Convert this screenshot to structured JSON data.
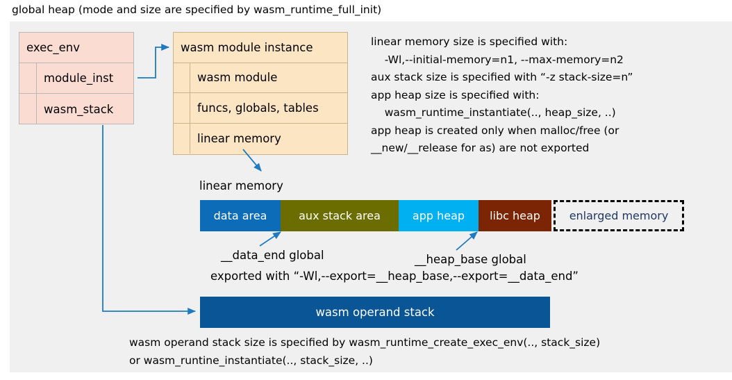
{
  "caption_top": "global heap (mode and size are specified by wasm_runtime_full_init)",
  "colors": {
    "panel_background": "#f0f0f0",
    "exec_env_fill": "#fadcd2",
    "exec_env_border": "#b8b8b8",
    "module_fill": "#fce5c3",
    "module_border": "#cdb189",
    "connector": "#1f7ac0",
    "data_area": "#0c6cb8",
    "aux_stack_area": "#6b6d00",
    "app_heap": "#00b0f0",
    "libc_heap": "#7b2504",
    "enlarged_memory_text": "#1f3864",
    "operand_stack": "#0a5596"
  },
  "exec_env_box": {
    "title": "exec_env",
    "fields": [
      {
        "label": "module_inst"
      },
      {
        "label": "wasm_stack"
      }
    ]
  },
  "module_instance_box": {
    "title": "wasm module instance",
    "fields": [
      {
        "label": "wasm module"
      },
      {
        "label": "funcs, globals, tables"
      },
      {
        "label": "linear memory"
      }
    ]
  },
  "notes_right": "linear memory size is specified with:\n    -Wl,--initial-memory=n1, --max-memory=n2\naux stack size is specified with “-z stack-size=n”\napp heap size is specified with:\n    wasm_runtime_instantiate(.., heap_size, ..)\napp heap is created only when malloc/free (or\n__new/__release for as) are not exported",
  "linear_memory": {
    "label": "linear memory",
    "segments": [
      {
        "label": "data area",
        "color": "#0c6cb8",
        "width": 116,
        "text_color": "#ffffff",
        "style": "solid"
      },
      {
        "label": "aux stack area",
        "color": "#6b6d00",
        "width": 170,
        "text_color": "#ffffff",
        "style": "solid"
      },
      {
        "label": "app heap",
        "color": "#00b0f0",
        "width": 115,
        "text_color": "#ffffff",
        "style": "solid"
      },
      {
        "label": "libc heap",
        "color": "#7b2504",
        "width": 105,
        "text_color": "#ffffff",
        "style": "solid"
      },
      {
        "label": "enlarged memory",
        "color": "#f0f0f0",
        "width": 188,
        "text_color": "#1f3864",
        "style": "dashed"
      }
    ]
  },
  "annotations": {
    "data_end": "__data_end global",
    "heap_base": "__heap_base global",
    "exported": "exported with “-Wl,--export=__heap_base,--export=__data_end”"
  },
  "operand_stack": {
    "label": "wasm operand stack"
  },
  "notes_bottom": "wasm operand stack size is specified by wasm_runtime_create_exec_env(.., stack_size)\nor wasm_runtine_instantiate(.., stack_size, ..)"
}
